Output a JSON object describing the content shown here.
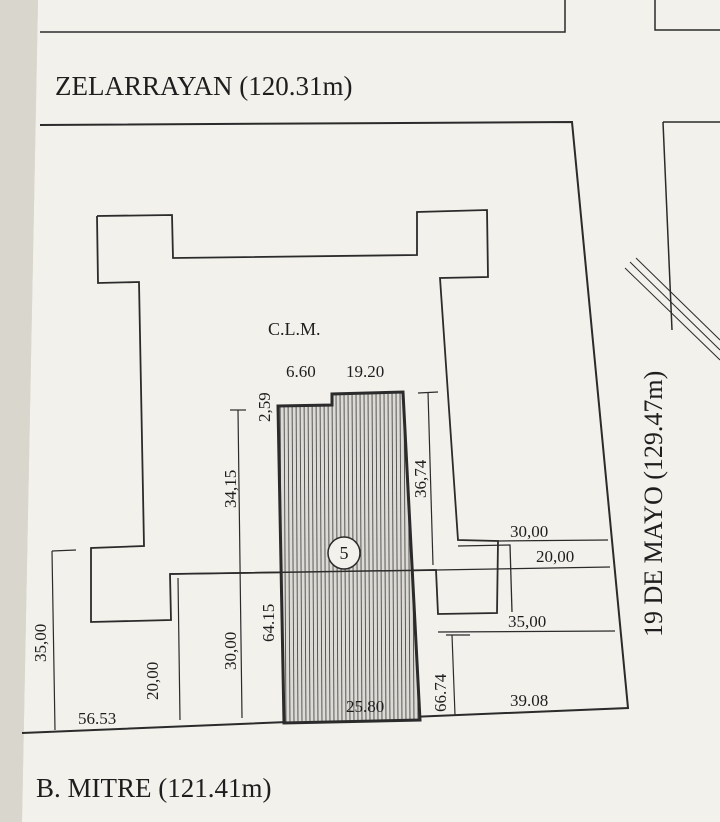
{
  "streets": {
    "north": "ZELARRAYAN (120.31m)",
    "south": "B. MITRE (121.41m)",
    "east": "19 DE MAYO (129.47m)"
  },
  "block_code": "C.L.M.",
  "lot_number": "5",
  "dimensions": {
    "lot_top_left": "6.60",
    "lot_top_right": "19.20",
    "lot_notch": "2,59",
    "lot_right_side": "36,74",
    "lot_bottom": "25.80",
    "left_34": "34,15",
    "left_30": "30,00",
    "left_64": "64.15",
    "far_left_35": "35,00",
    "left_20": "20,00",
    "bottom_left": "56.53",
    "right_66": "66.74",
    "right_30": "30,00",
    "right_20": "20,00",
    "right_35": "35,00",
    "bottom_right": "39.08"
  },
  "colors": {
    "paper": "#f2f1ec",
    "line": "#2b2b2b",
    "hatch": "#4a4a4a"
  }
}
